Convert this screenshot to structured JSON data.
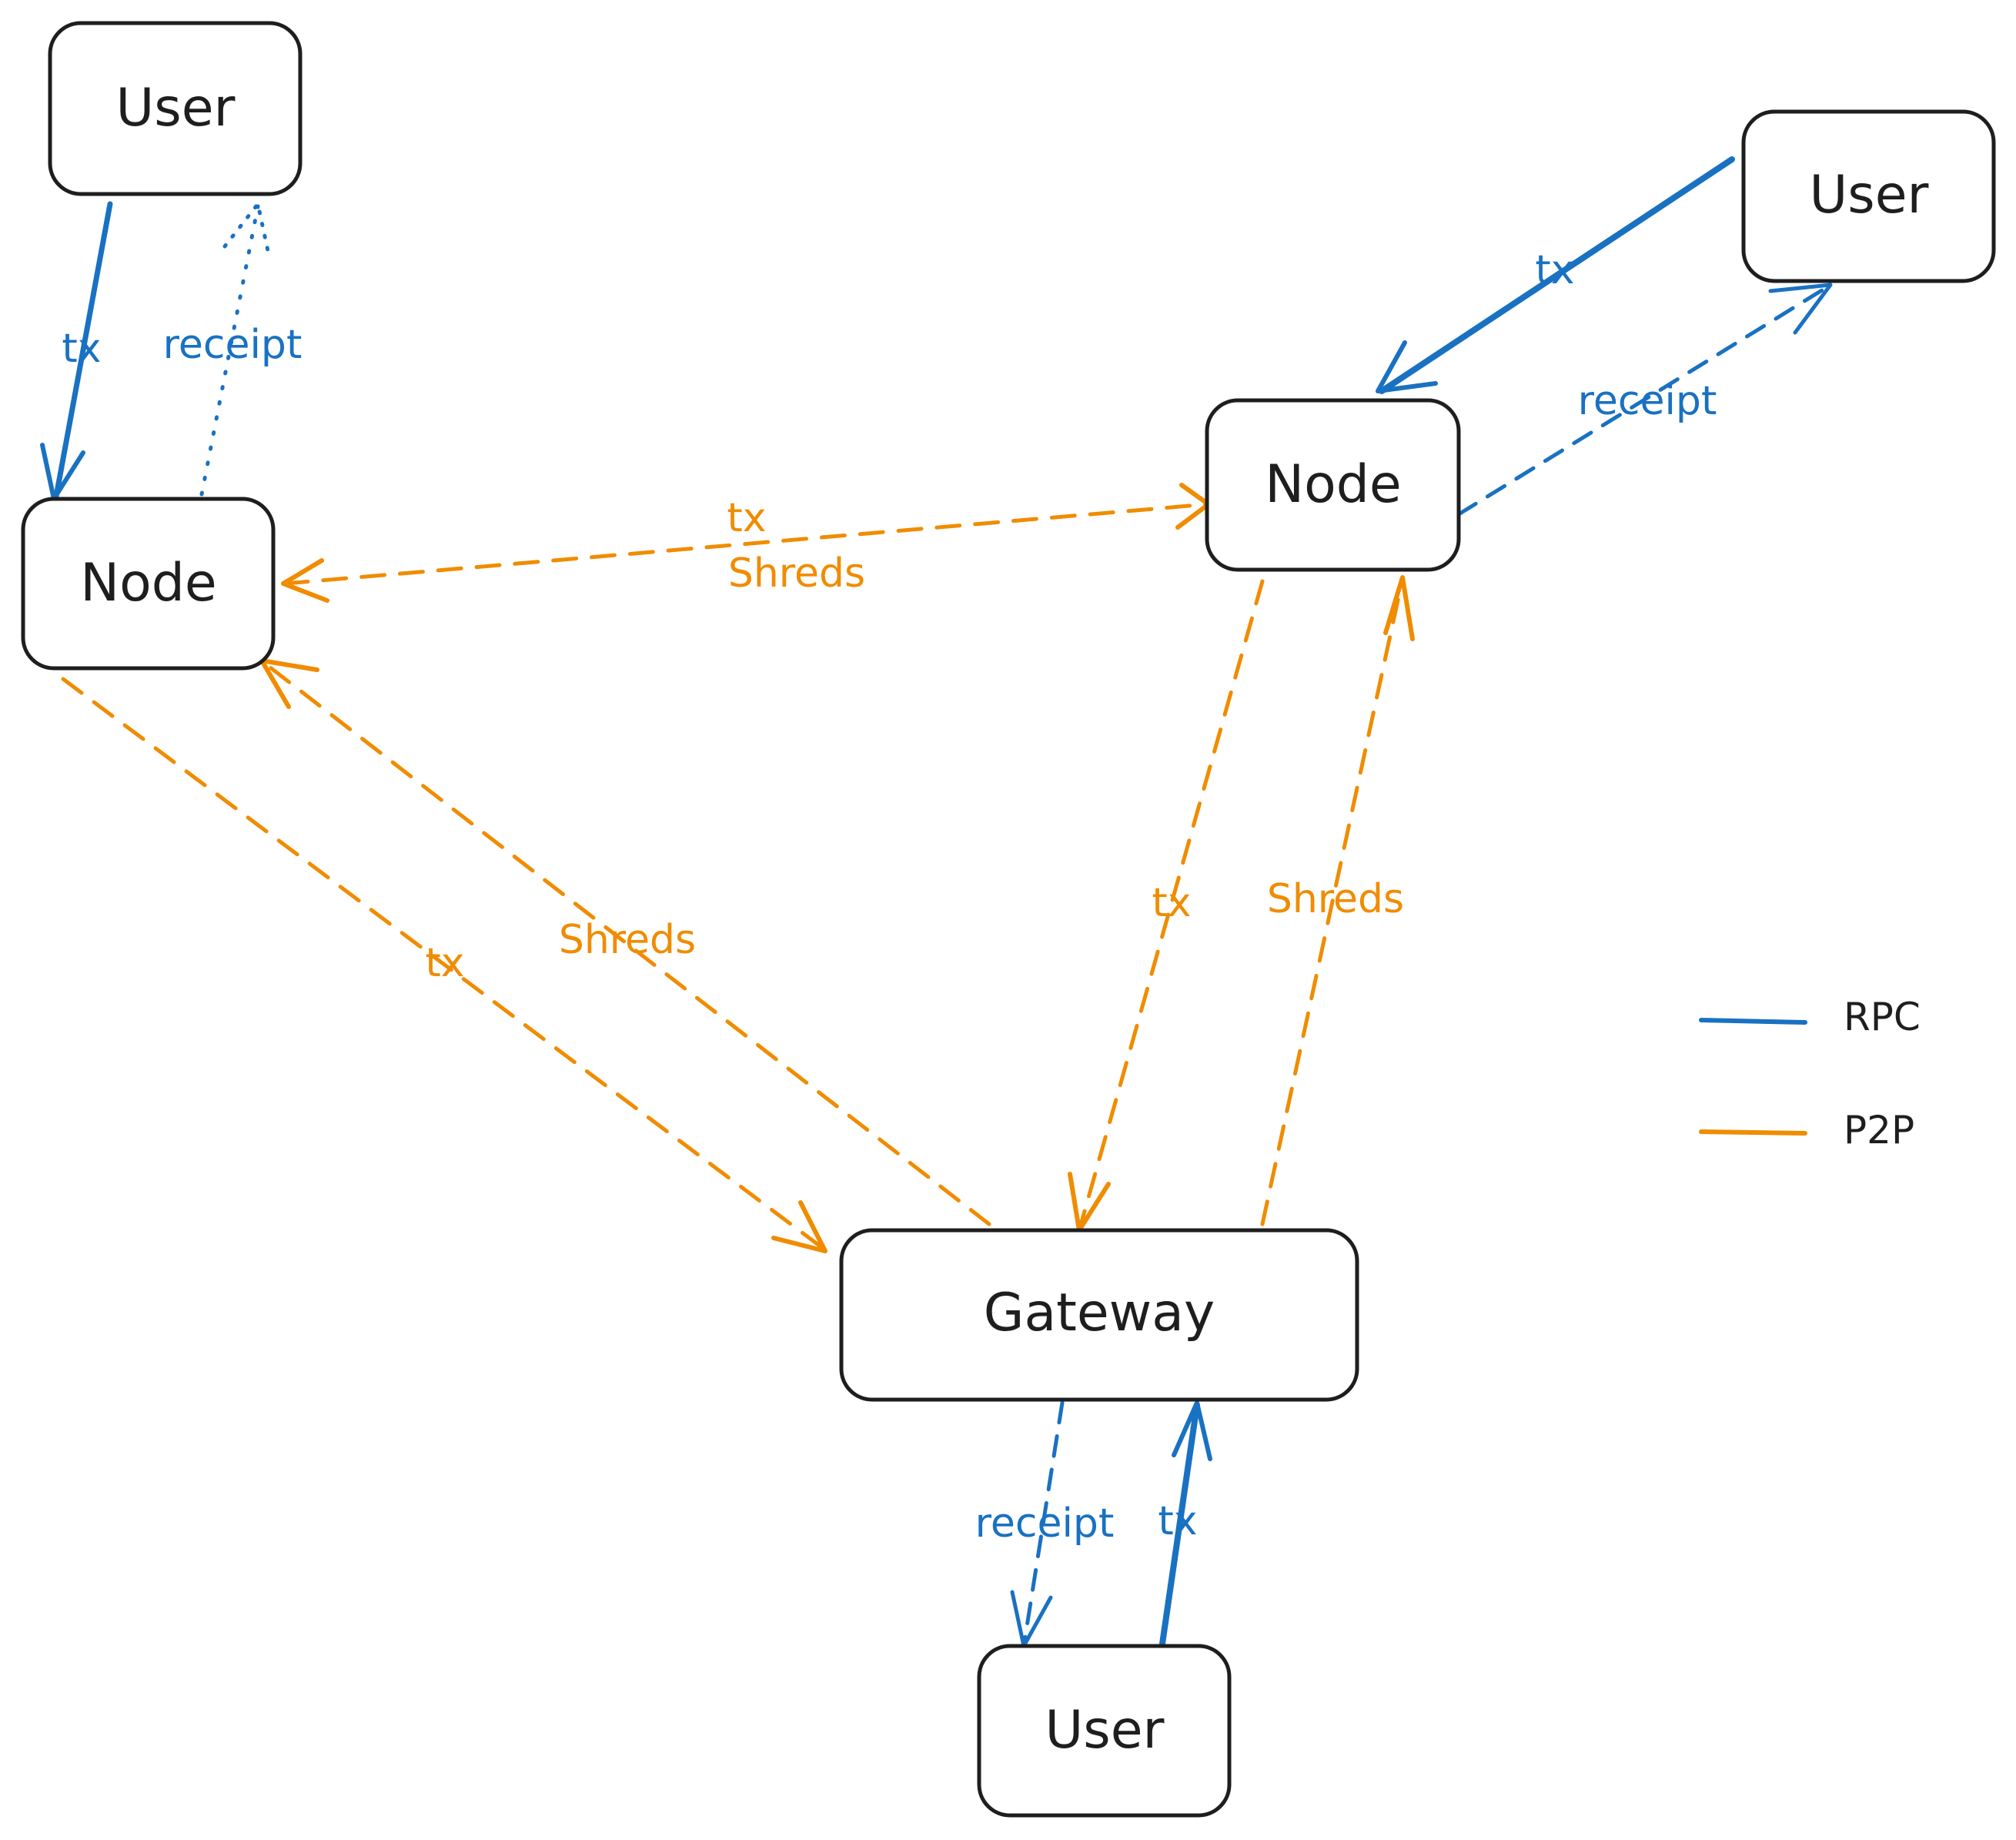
{
  "colors": {
    "rpc": "#1971c2",
    "p2p": "#f08c00",
    "ink": "#1e1e1e"
  },
  "nodes": {
    "user_top_left": "User",
    "user_top_right": "User",
    "user_bottom": "User",
    "node_left": "Node",
    "node_right": "Node",
    "gateway": "Gateway"
  },
  "edges": {
    "left_user_tx": "tx",
    "left_receipt": "receipt",
    "right_user_tx": "tx",
    "right_receipt": "receipt",
    "node_node_tx": "tx",
    "node_node_shreds": "Shreds",
    "left_gateway_tx": "tx",
    "left_gateway_shreds": "Shreds",
    "right_gateway_tx": "tx",
    "right_gateway_shreds": "Shreds",
    "bottom_receipt": "receipt",
    "bottom_tx": "tx"
  },
  "legend": [
    {
      "label": "RPC",
      "color": "#1971c2"
    },
    {
      "label": "P2P",
      "color": "#f08c00"
    }
  ]
}
